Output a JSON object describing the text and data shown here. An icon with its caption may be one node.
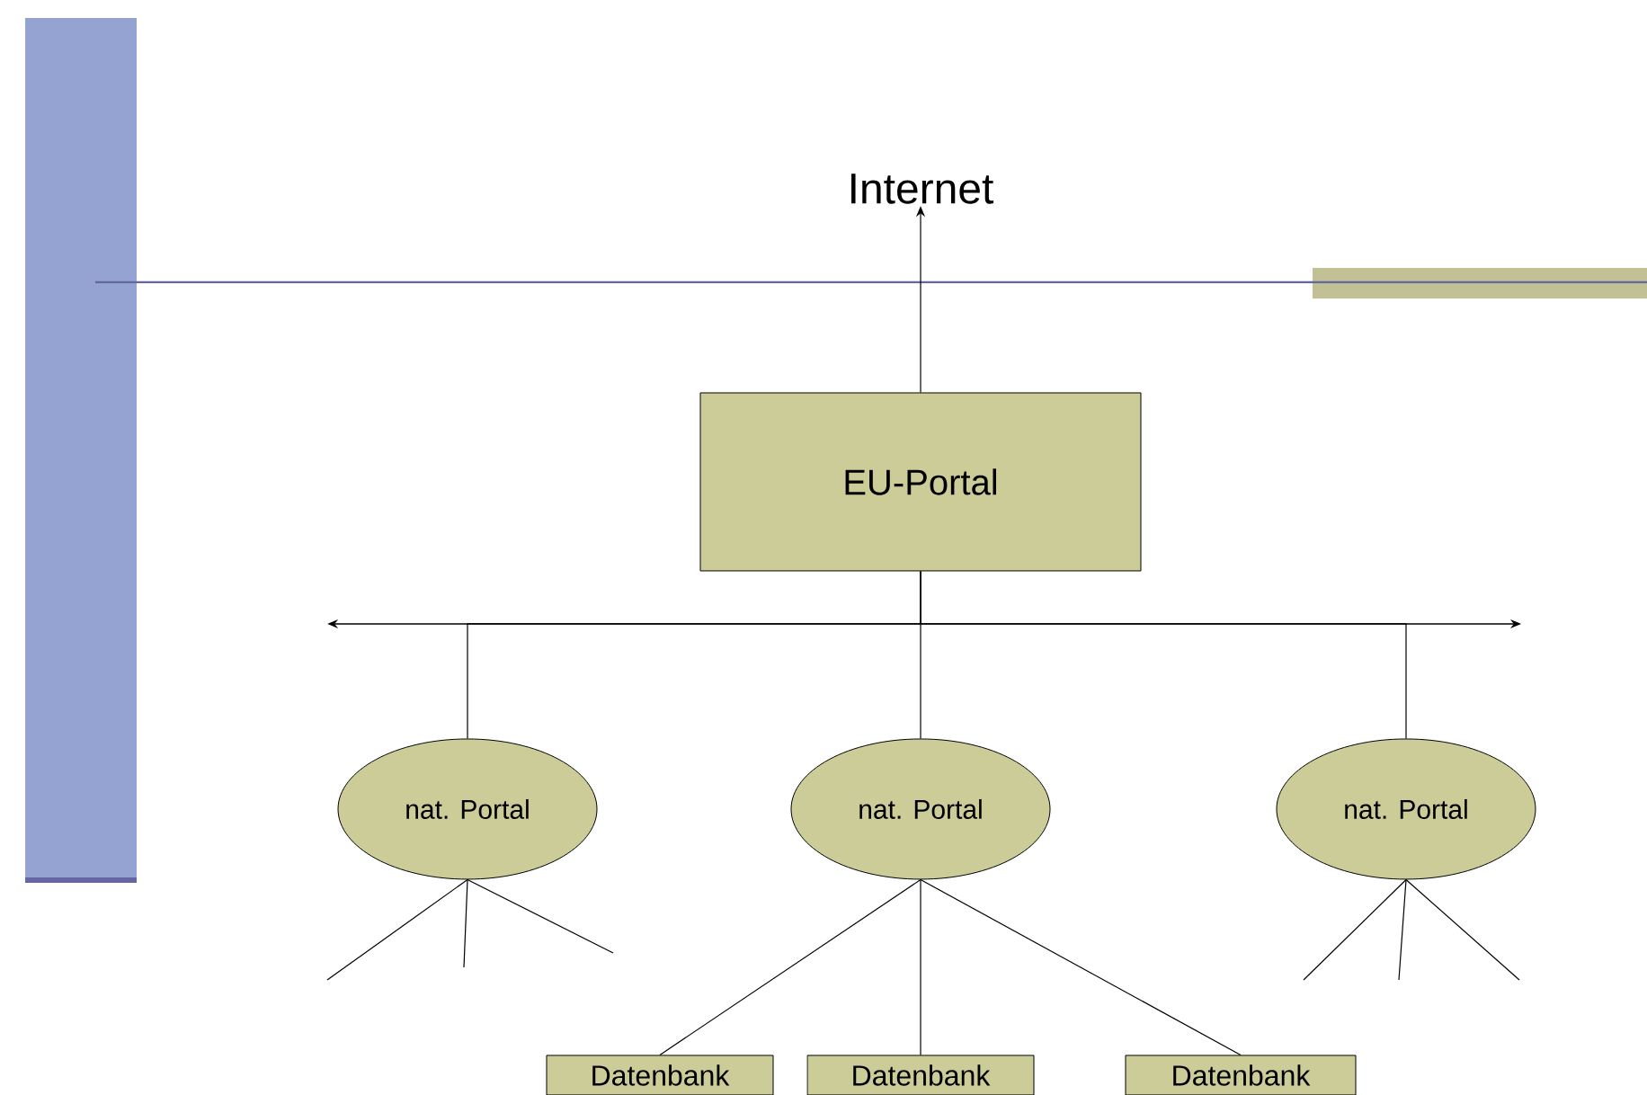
{
  "diagram": {
    "nodes": [
      {
        "text": [
          "Internet"
        ]
      },
      {
        "text": [
          "EU-Portal"
        ]
      },
      {
        "text": [
          "nat. Portal"
        ]
      },
      {
        "text": [
          "nat. Portal"
        ]
      },
      {
        "text": [
          "nat. Portal"
        ]
      },
      {
        "text": [
          "Datenbank"
        ]
      },
      {
        "text": [
          "Datenbank"
        ]
      },
      {
        "text": [
          "Datenbank"
        ]
      }
    ],
    "edges": [
      {
        "from": 1,
        "to": 0,
        "arrow": "to"
      },
      {
        "from": 1,
        "to": 2,
        "arrow": "none"
      },
      {
        "from": 1,
        "to": 3,
        "arrow": "none"
      },
      {
        "from": 1,
        "to": 4,
        "arrow": "none"
      },
      {
        "from": 2,
        "to": null,
        "arrow": "none"
      },
      {
        "from": 2,
        "to": null,
        "arrow": "none"
      },
      {
        "from": 2,
        "to": null,
        "arrow": "none"
      },
      {
        "from": 3,
        "to": 5,
        "arrow": "none"
      },
      {
        "from": 3,
        "to": 6,
        "arrow": "none"
      },
      {
        "from": 3,
        "to": 7,
        "arrow": "none"
      },
      {
        "from": 4,
        "to": null,
        "arrow": "none"
      },
      {
        "from": 4,
        "to": null,
        "arrow": "none"
      },
      {
        "from": 4,
        "to": null,
        "arrow": "none"
      }
    ]
  }
}
